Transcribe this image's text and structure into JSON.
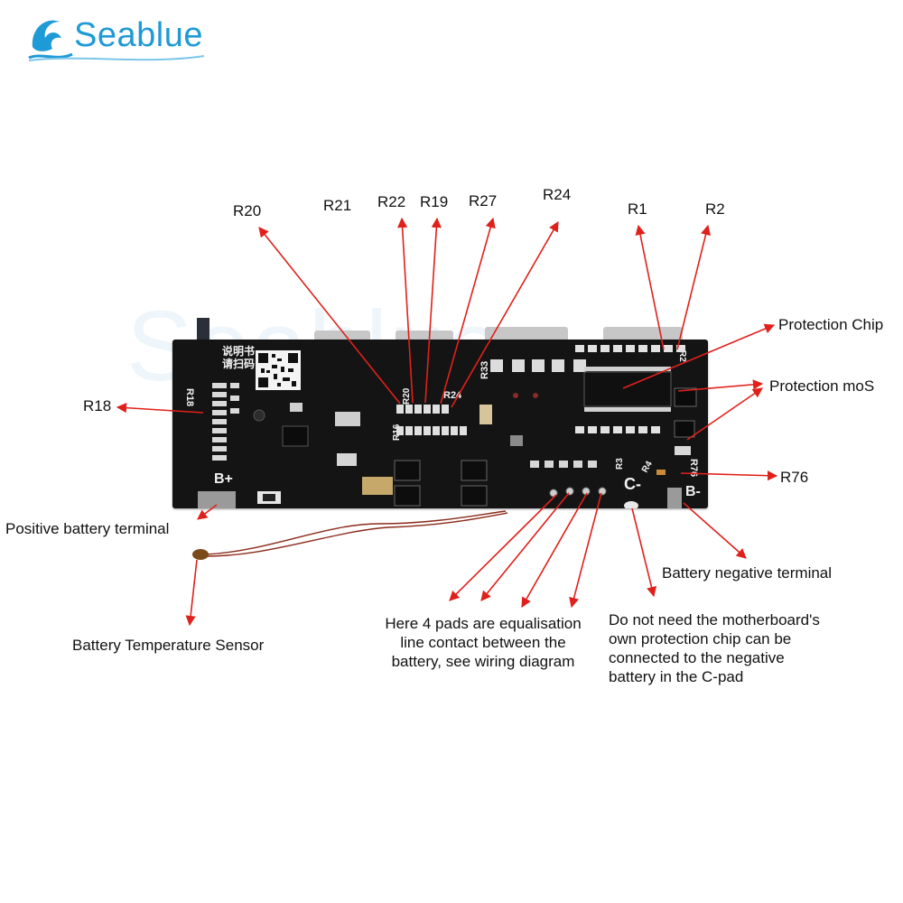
{
  "brand": {
    "name": "Seablue"
  },
  "board": {
    "qr_caption": [
      "说明书",
      "请扫码"
    ],
    "silk": {
      "b_plus": "B+",
      "b_minus": "B-",
      "c_minus": "C-",
      "r18": "R18",
      "r76": "R76",
      "r33": "R33",
      "r24": "R24",
      "r3": "R3",
      "r4": "R4",
      "r2": "R2",
      "r16": "R16",
      "r20": "R20"
    }
  },
  "callouts": {
    "r20": "R20",
    "r21": "R21",
    "r22": "R22",
    "r19": "R19",
    "r27": "R27",
    "r24": "R24",
    "r1": "R1",
    "r2": "R2",
    "r18": "R18",
    "r76": "R76",
    "protection_chip": "Protection Chip",
    "protection_mos": "Protection moS",
    "positive_terminal": "Positive battery terminal",
    "negative_terminal": "Battery negative terminal",
    "temp_sensor": "Battery Temperature Sensor",
    "equalisation": [
      "Here 4 pads are equalisation",
      "line contact between the",
      "battery, see wiring diagram"
    ],
    "c_pad": [
      "Do not need the motherboard's",
      "own protection chip can be",
      "connected to the negative",
      "battery in the C-pad"
    ]
  },
  "colors": {
    "brand": "#1e9ad6",
    "arrow": "#e0201b",
    "board": "#141414",
    "silk": "#f2f2f2",
    "wire": "#8b2a1a"
  }
}
